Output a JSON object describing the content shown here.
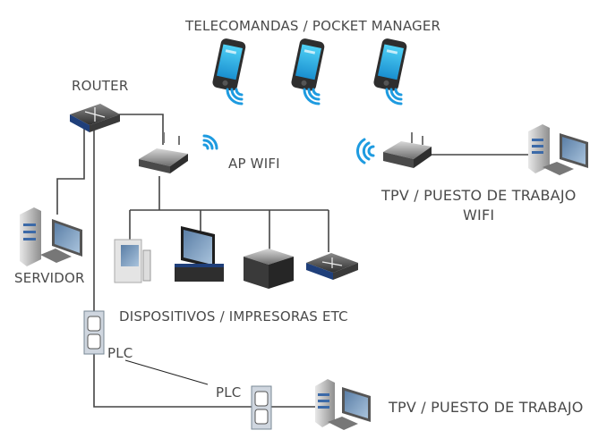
{
  "labels": {
    "telecomandas": "TELECOMANDAS / POCKET MANAGER",
    "router": "ROUTER",
    "ap_wifi": "AP WIFI",
    "tpv_wifi_line1": "TPV / PUESTO DE TRABAJO",
    "tpv_wifi_line2": "WIFI",
    "servidor": "SERVIDOR",
    "dispositivos": "DISPOSITIVOS / IMPRESORAS ETC",
    "plc_1": "PLC",
    "plc_2": "PLC",
    "tpv": "TPV / PUESTO DE TRABAJO"
  },
  "colors": {
    "line": "#444444",
    "wifi": "#1e9be0",
    "text": "#4a4a4a",
    "device_dark": "#3a3a3a",
    "screen_blue": "#3fb8e8",
    "accent_navy": "#1f3f7a"
  },
  "icons": {
    "phone": "smartphone-icon",
    "router": "network-switch-icon",
    "ap": "wireless-access-point-icon",
    "pc": "desktop-computer-icon",
    "outlet": "power-outlet-icon",
    "wifi": "wifi-signal-icon"
  }
}
